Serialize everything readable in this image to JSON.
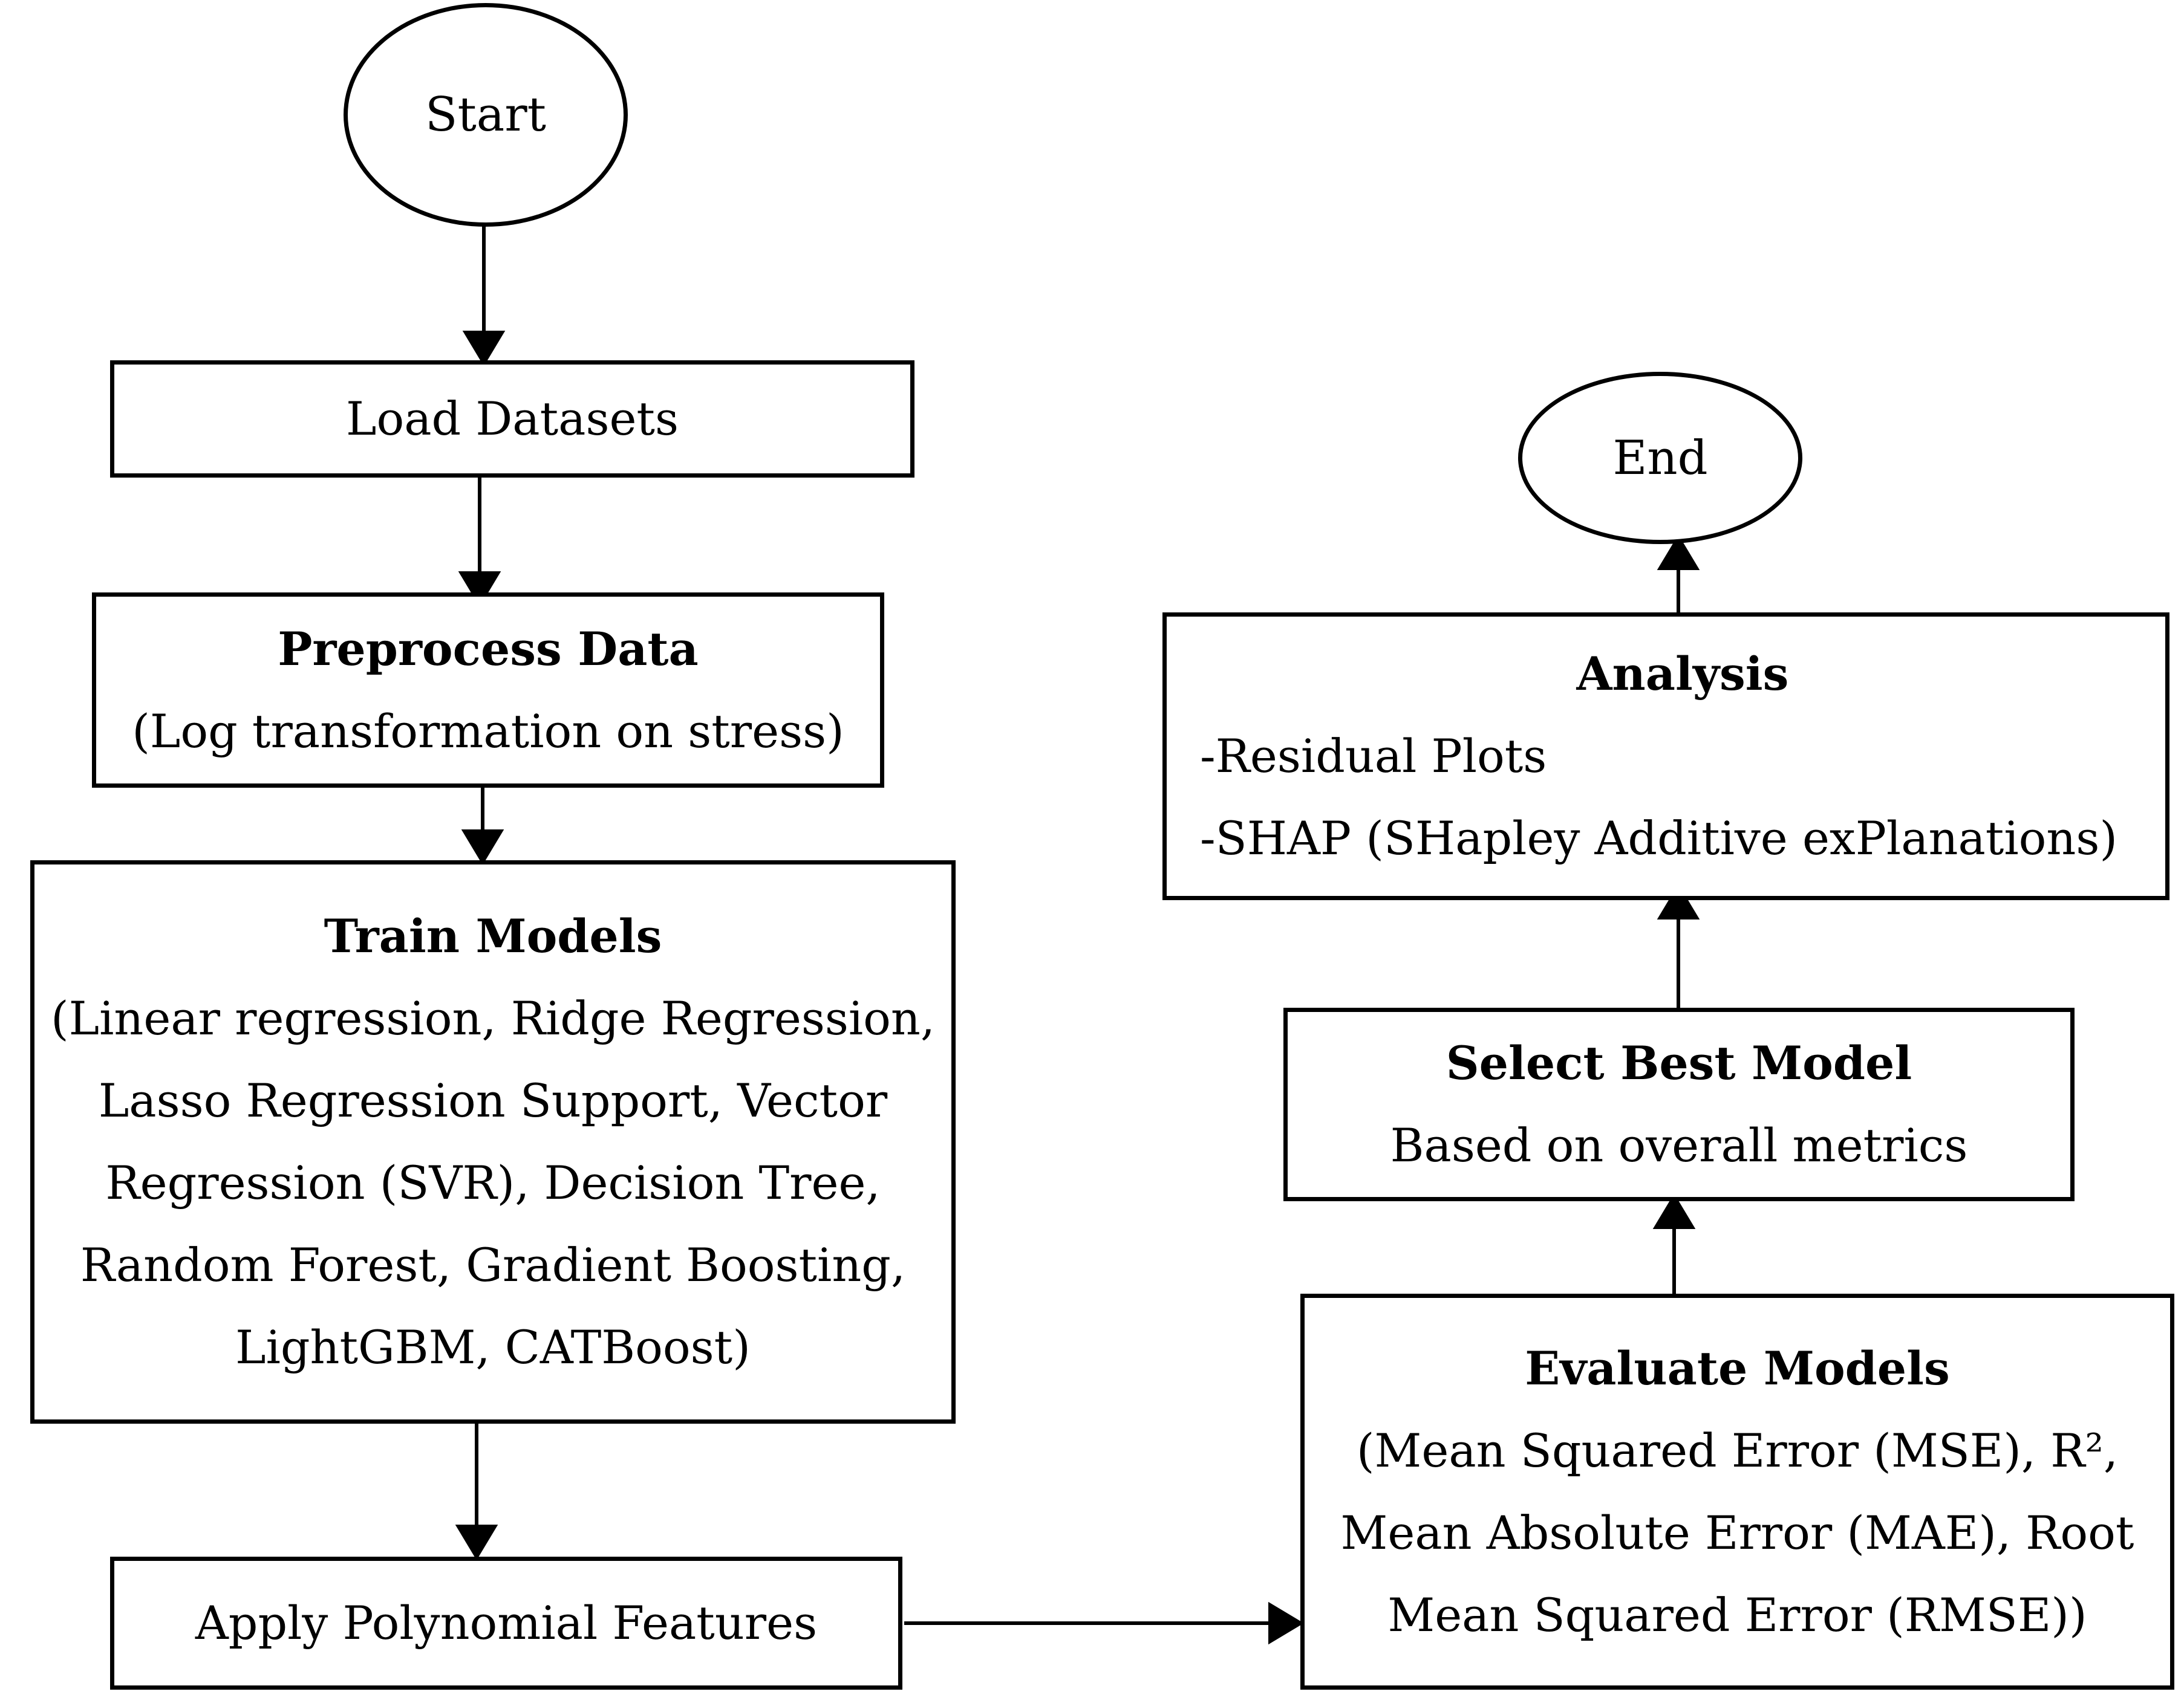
{
  "nodes": {
    "start": {
      "label": "Start"
    },
    "load": {
      "label": "Load Datasets"
    },
    "preprocess": {
      "title": "Preprocess Data",
      "lines": [
        "(Log transformation on stress)"
      ]
    },
    "train": {
      "title": "Train Models",
      "lines": [
        "(Linear regression, Ridge Regression,",
        "Lasso Regression Support, Vector",
        "Regression (SVR), Decision Tree,",
        "Random Forest, Gradient Boosting,",
        "LightGBM, CATBoost)"
      ]
    },
    "poly": {
      "label": "Apply Polynomial Features"
    },
    "evaluate": {
      "title": "Evaluate Models",
      "lines": [
        "(Mean Squared Error (MSE), R²,",
        "Mean Absolute Error (MAE), Root",
        "Mean Squared Error (RMSE))"
      ]
    },
    "select": {
      "title": "Select Best Model",
      "lines": [
        "Based on overall metrics"
      ]
    },
    "analysis": {
      "title": "Analysis",
      "lines": [
        "-Residual Plots",
        "-SHAP (SHapley Additive exPlanations)"
      ]
    },
    "end": {
      "label": "End"
    }
  }
}
